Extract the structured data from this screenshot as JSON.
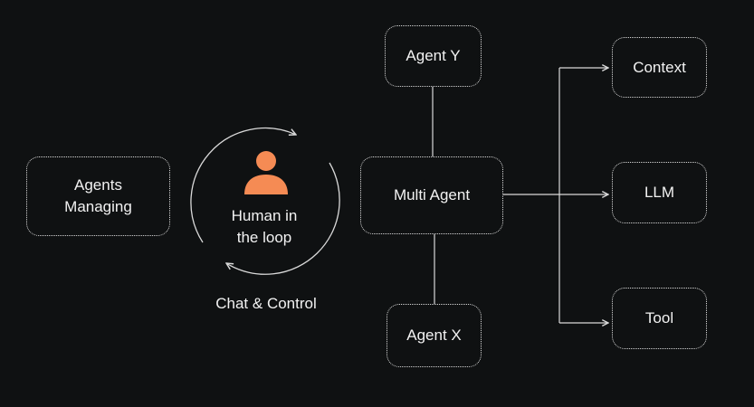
{
  "nodes": {
    "agents_managing": "Agents\nManaging",
    "human_in_loop": "Human in\nthe loop",
    "chat_control": "Chat & Control",
    "multi_agent": "Multi Agent",
    "agent_y": "Agent Y",
    "agent_x": "Agent X",
    "context": "Context",
    "llm": "LLM",
    "tool": "Tool"
  },
  "icons": {
    "human": "person-icon",
    "cycle": "cycle-arrows-icon"
  },
  "colors": {
    "background": "#0f1112",
    "accent": "#f58b54",
    "line": "#d9d9d9",
    "text": "#f2f2f2"
  }
}
